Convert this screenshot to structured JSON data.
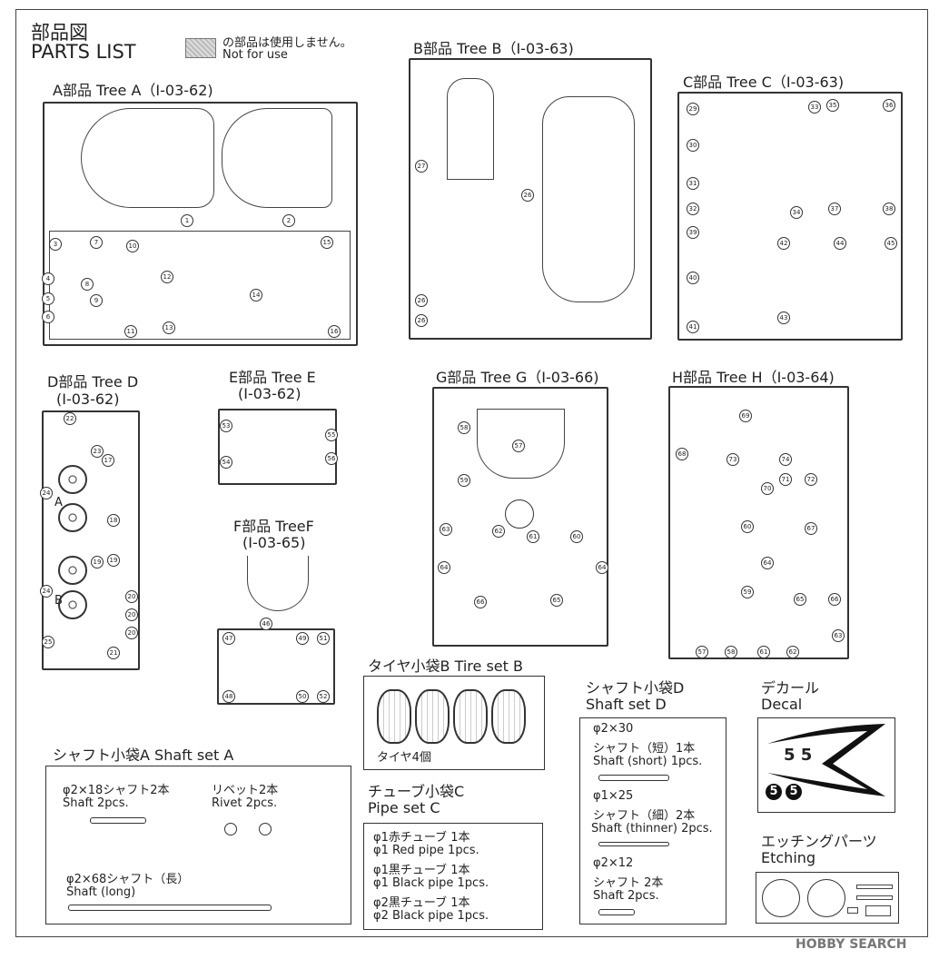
{
  "header": {
    "title_jp": "部品図",
    "title_en": "PARTS LIST",
    "legend_jp": "の部品は使用しません。",
    "legend_en": "Not for use"
  },
  "trees": {
    "A": {
      "title": "A部品 Tree A（I-03-62)",
      "parts": [
        "1",
        "2",
        "3",
        "4",
        "5",
        "6",
        "7",
        "8",
        "9",
        "10",
        "11",
        "12",
        "13",
        "14",
        "15",
        "16"
      ]
    },
    "B": {
      "title": "B部品 Tree B（I-03-63)",
      "parts": [
        "27",
        "26",
        "26",
        "26"
      ]
    },
    "C": {
      "title": "C部品 Tree C（I-03-63)",
      "parts": [
        "29",
        "30",
        "31",
        "32",
        "33",
        "34",
        "35",
        "36",
        "37",
        "38",
        "39",
        "40",
        "41",
        "42",
        "43",
        "44",
        "45"
      ]
    },
    "D": {
      "title": "D部品 Tree D",
      "code": "(I-03-62)",
      "parts": [
        "22",
        "23",
        "17",
        "24",
        "18",
        "19",
        "19",
        "24",
        "20",
        "20",
        "20",
        "25",
        "21"
      ],
      "labels": [
        "A",
        "B"
      ]
    },
    "E": {
      "title": "E部品 Tree E",
      "code": "(I-03-62)",
      "parts": [
        "53",
        "55",
        "54",
        "56"
      ]
    },
    "F": {
      "title": "F部品 TreeF",
      "code": "(I-03-65)",
      "parts": [
        "46",
        "47",
        "49",
        "51",
        "48",
        "50",
        "52"
      ]
    },
    "G": {
      "title": "G部品 Tree G（I-03-66)",
      "parts": [
        "58",
        "57",
        "59",
        "63",
        "62",
        "61",
        "60",
        "64",
        "64",
        "66",
        "65"
      ]
    },
    "H": {
      "title": "H部品 Tree H（I-03-64)",
      "parts": [
        "69",
        "68",
        "73",
        "74",
        "71",
        "72",
        "70",
        "60",
        "67",
        "64",
        "59",
        "65",
        "66",
        "57",
        "58",
        "61",
        "62",
        "63"
      ]
    }
  },
  "tire_set": {
    "title": "タイヤ小袋B Tire set B",
    "note": "タイヤ4個"
  },
  "shaft_a": {
    "title": "シャフト小袋A Shaft set A",
    "item1_jp": "φ2×18シャフト2本",
    "item1_en": "Shaft 2pcs.",
    "item2_jp": "リベット2本",
    "item2_en": "Rivet 2pcs.",
    "item3_jp": "φ2×68シャフト（長）",
    "item3_en": "Shaft (long)"
  },
  "pipe_c": {
    "title_jp": "チューブ小袋C",
    "title_en": "Pipe set C",
    "lines": [
      "φ1赤チューブ 1本",
      "φ1 Red pipe 1pcs.",
      "φ1黒チューブ 1本",
      "φ1 Black pipe 1pcs.",
      "φ2黒チューブ 1本",
      "φ2 Black pipe 1pcs."
    ]
  },
  "shaft_d": {
    "title_jp": "シャフト小袋D",
    "title_en": "Shaft set D",
    "items": [
      {
        "size": "φ2×30",
        "jp": "シャフト（短）1本",
        "en": "Shaft (short) 1pcs."
      },
      {
        "size": "φ1×25",
        "jp": "シャフト（細）2本",
        "en": "Shaft (thinner) 2pcs."
      },
      {
        "size": "φ2×12",
        "jp": "シャフト 2本",
        "en": "Shaft 2pcs."
      }
    ]
  },
  "decal": {
    "title_jp": "デカール",
    "title_en": "Decal",
    "number_text": "5 5",
    "circle_number": "5"
  },
  "etching": {
    "title_jp": "エッチングパーツ",
    "title_en": "Etching"
  },
  "watermark": "HOBBY SEARCH"
}
